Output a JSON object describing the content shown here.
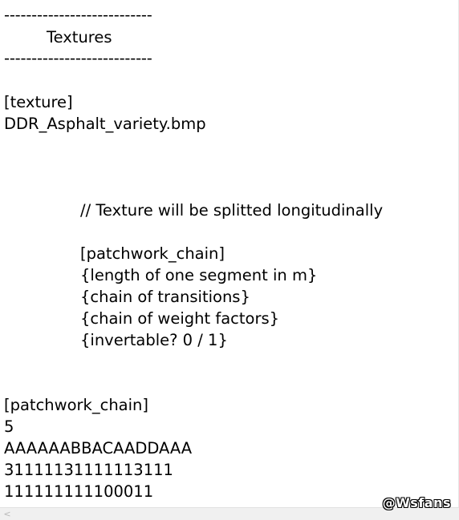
{
  "document": {
    "lines": {
      "sep_top": "---------------------------",
      "section_title": "Textures",
      "sep_bottom": "---------------------------",
      "texture_key": "[texture]",
      "texture_file": "DDR_Asphalt_variety.bmp",
      "comment_split": "// Texture will be splitted longitudinally",
      "doc_chain_key": "[patchwork_chain]",
      "doc_length": "{length of one segment in m}",
      "doc_transitions": "{chain of transitions}",
      "doc_weights": "{chain of weight factors}",
      "doc_invertable": "{invertable? 0 / 1}",
      "chain_key": "[patchwork_chain]",
      "chain_length": "5",
      "chain_transitions": "AAAAAABBACAADDAAA",
      "chain_weights": "31111131111113111",
      "chain_invertable": "111111111100011"
    }
  },
  "scrollbar": {
    "left_arrow": "<"
  },
  "watermark": {
    "text": "@Wsfans"
  }
}
